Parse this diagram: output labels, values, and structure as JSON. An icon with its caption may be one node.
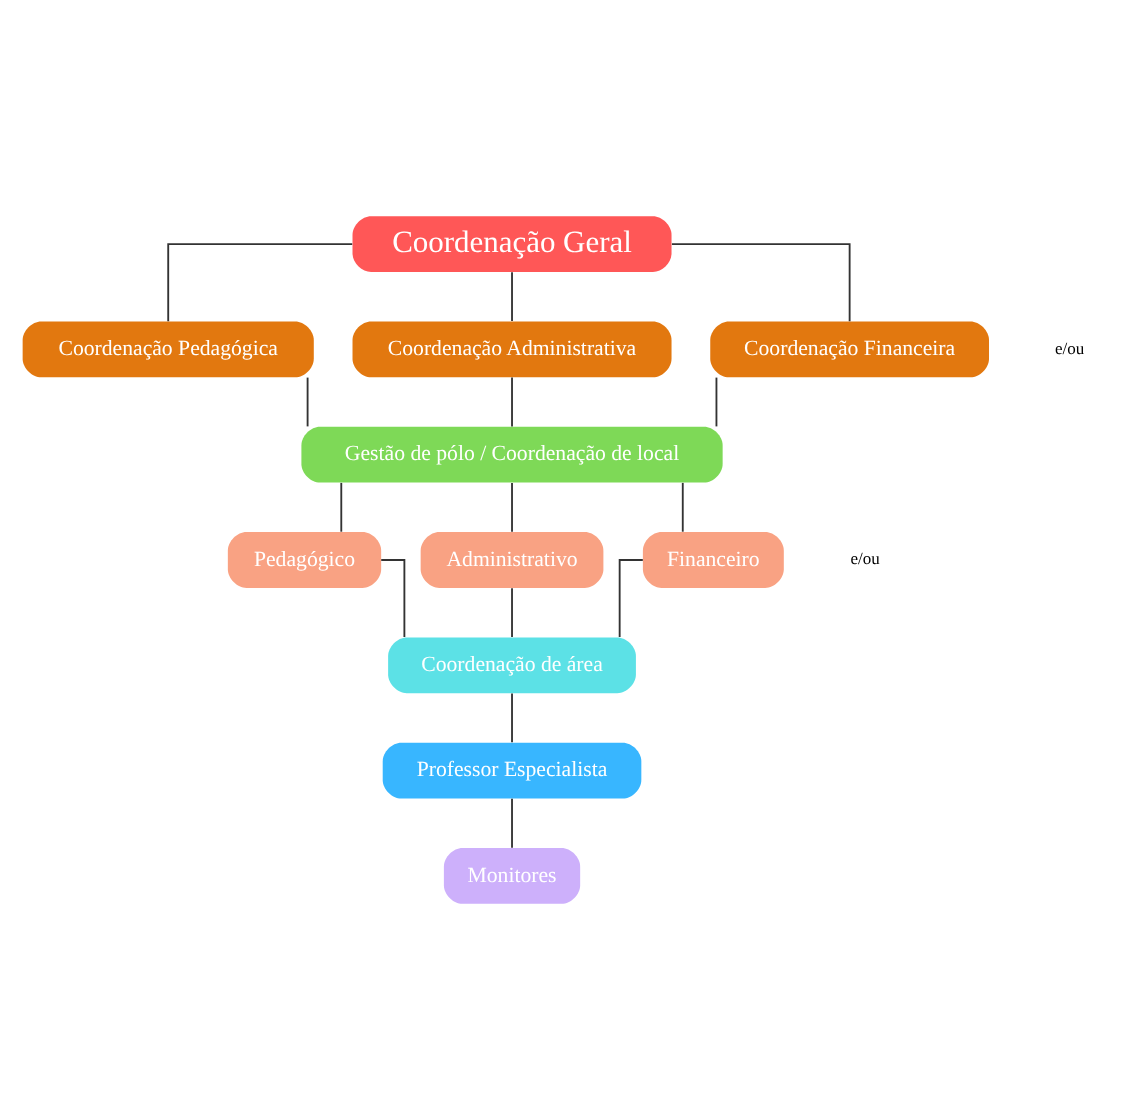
{
  "diagram": {
    "nodes": [
      {
        "text": [
          "Coordenação Geral"
        ]
      },
      {
        "text": [
          "Coordenação Pedagógica"
        ]
      },
      {
        "text": [
          "Coordenação Administrativa"
        ]
      },
      {
        "text": [
          "Coordenação Financeira"
        ]
      },
      {
        "text": [
          "Gestão de pólo / Coordenação de local"
        ]
      },
      {
        "text": [
          "Pedagógico"
        ]
      },
      {
        "text": [
          "Administrativo"
        ]
      },
      {
        "text": [
          "Financeiro"
        ]
      },
      {
        "text": [
          "Coordenação de área"
        ]
      },
      {
        "text": [
          "Professor Especialista"
        ]
      },
      {
        "text": [
          "Monitores"
        ]
      }
    ],
    "edges": [
      {
        "from": 0,
        "to": 1,
        "arrow": "none"
      },
      {
        "from": 0,
        "to": 2,
        "arrow": "none"
      },
      {
        "from": 0,
        "to": 3,
        "arrow": "none"
      },
      {
        "from": 1,
        "to": 4,
        "arrow": "none"
      },
      {
        "from": 2,
        "to": 4,
        "arrow": "none"
      },
      {
        "from": 3,
        "to": 4,
        "arrow": "none"
      },
      {
        "from": 4,
        "to": 5,
        "arrow": "none"
      },
      {
        "from": 4,
        "to": 6,
        "arrow": "none"
      },
      {
        "from": 4,
        "to": 7,
        "arrow": "none"
      },
      {
        "from": 5,
        "to": 8,
        "arrow": "none"
      },
      {
        "from": 6,
        "to": 8,
        "arrow": "none"
      },
      {
        "from": 7,
        "to": 8,
        "arrow": "none"
      },
      {
        "from": 8,
        "to": 9,
        "arrow": "none"
      },
      {
        "from": 9,
        "to": 10,
        "arrow": "none"
      }
    ],
    "labels": [
      "e/ou",
      "e/ou"
    ]
  }
}
